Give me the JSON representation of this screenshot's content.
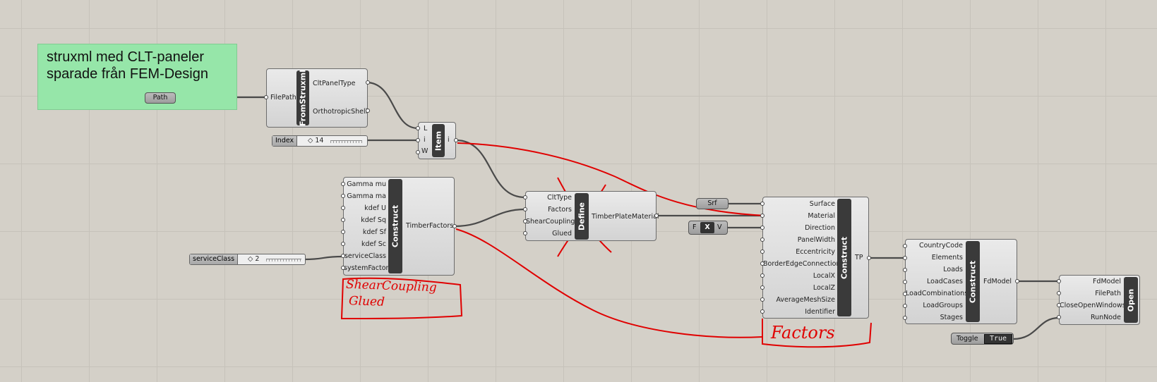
{
  "group": {
    "line1": "struxml med CLT-paneler",
    "line2": "sparade från FEM-Design"
  },
  "path_param": {
    "label": "Path"
  },
  "fromstruxml": {
    "name": "FromStruxml",
    "inputs": [
      "FilePath"
    ],
    "outputs": [
      "CltPanelType",
      "OrthotropicShell"
    ]
  },
  "item": {
    "name": "Item",
    "inputs": [
      "L",
      "i",
      "W"
    ],
    "outputs": [
      "i"
    ]
  },
  "index_slider": {
    "name": "Index",
    "value": "◇ 14"
  },
  "timber_factors": {
    "name": "Construct",
    "inputs": [
      "Gamma mu",
      "Gamma ma",
      "kdef U",
      "kdef Sq",
      "kdef Sf",
      "kdef Sc",
      "serviceClass",
      "systemFactor"
    ],
    "outputs": [
      "TimberFactors"
    ]
  },
  "service_slider": {
    "name": "serviceClass",
    "value": "◇ 2"
  },
  "define": {
    "name": "Define",
    "inputs": [
      "CltType",
      "Factors",
      "ShearCoupling",
      "Glued"
    ],
    "outputs": [
      "TimberPlateMaterial"
    ]
  },
  "srf_param": {
    "label": "Srf"
  },
  "x_param": {
    "in": "F",
    "label": "X",
    "out": "V"
  },
  "plate_construct": {
    "name": "Construct",
    "inputs": [
      "Surface",
      "Material",
      "Direction",
      "PanelWidth",
      "Eccentricity",
      "BorderEdgeConnection",
      "LocalX",
      "LocalZ",
      "AverageMeshSize",
      "Identifier"
    ],
    "outputs": [
      "TP"
    ]
  },
  "model_construct": {
    "name": "Construct",
    "inputs": [
      "CountryCode",
      "Elements",
      "Loads",
      "LoadCases",
      "LoadCombinations",
      "LoadGroups",
      "Stages"
    ],
    "outputs": [
      "FdModel"
    ]
  },
  "open": {
    "name": "Open",
    "inputs": [
      "FdModel",
      "FilePath",
      "CloseOpenWindows",
      "RunNode"
    ]
  },
  "toggle": {
    "name": "Toggle",
    "value": "True"
  },
  "annotations": {
    "shear": "ShearCoupling",
    "glued": "Glued",
    "factors": "Factors"
  },
  "colors": {
    "canvas": "#d4d0c8",
    "group": "#96e6a9",
    "wire": "#4a4a4a",
    "annotation": "#e00000"
  }
}
